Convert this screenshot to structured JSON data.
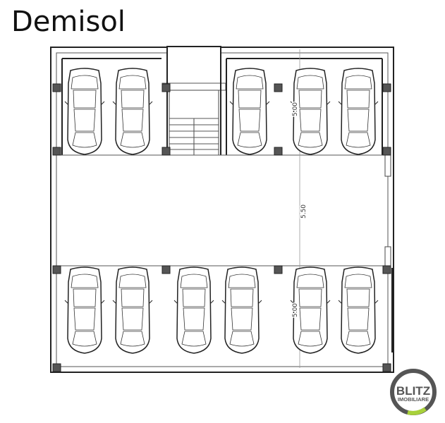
{
  "title": "Demisol",
  "dimensions": {
    "top_bay": "5.00",
    "aisle": "5.50",
    "bottom_bay": "5.00"
  },
  "parking": {
    "top_row_spaces": 5,
    "bottom_row_spaces": 6
  },
  "logo": {
    "line1": "BLITZ",
    "line2": "IMOBILIARE",
    "ring_color": "#555555",
    "accent_color": "#a8d13a"
  }
}
